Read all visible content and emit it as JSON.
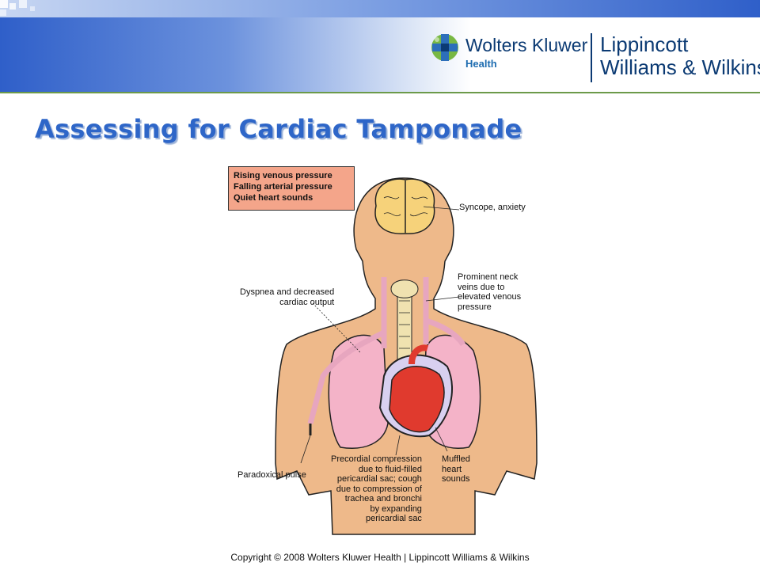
{
  "header": {
    "brand_name": "Wolters Kluwer",
    "brand_sub": "Health",
    "publisher_line1": "Lippincott",
    "publisher_line2": "Williams & Wilkins"
  },
  "slide": {
    "title": "Assessing for Cardiac Tamponade"
  },
  "figure": {
    "box_lines": [
      "Rising venous pressure",
      "Falling arterial pressure",
      "Quiet heart sounds"
    ],
    "labels": {
      "syncope": "Syncope, anxiety",
      "neck_veins": [
        "Prominent neck",
        "veins due to",
        "elevated venous",
        "pressure"
      ],
      "dyspnea": [
        "Dyspnea and decreased",
        "cardiac output"
      ],
      "paradoxical": "Paradoxical pulse",
      "precordial": [
        "Precordial compression",
        "due to fluid-filled",
        "pericardial sac; cough",
        "due to compression of",
        "trachea and bronchi",
        "by expanding",
        "pericardial sac"
      ],
      "muffled": [
        "Muffled",
        "heart",
        "sounds"
      ]
    }
  },
  "footer": {
    "copyright": "Copyright © 2008 Wolters Kluwer Health | Lippincott Williams & Wilkins"
  }
}
